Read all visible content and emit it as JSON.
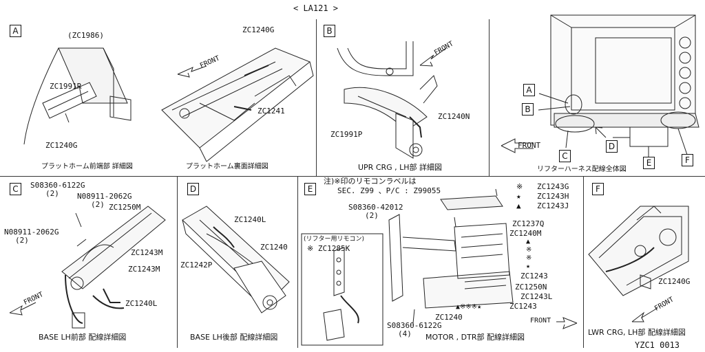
{
  "header": {
    "title": "< LA121 >"
  },
  "footer": {
    "code": "YZC1  0013"
  },
  "panels": {
    "A": {
      "letter": "A",
      "caption1": "プラットホーム前端部 詳細図",
      "caption2": "プラットホーム裏面詳細図",
      "front": "FRONT",
      "parts": [
        "(ZC1986)",
        "ZC1991R",
        "ZC1240G",
        "ZC1240G",
        "ZC1241"
      ]
    },
    "B": {
      "letter": "B",
      "caption": "UPR CRG , LH部 詳細図",
      "front": "FRONT",
      "parts": [
        "ZC1240N",
        "ZC1991P"
      ]
    },
    "overview": {
      "caption": "リフターハーネス配線全体図",
      "front": "FRONT",
      "callouts": [
        "A",
        "B",
        "C",
        "D",
        "E",
        "F"
      ]
    },
    "C": {
      "letter": "C",
      "caption": "BASE LH前部 配線詳細図",
      "front": "FRONT",
      "parts": [
        "S08360-6122G",
        "(2)",
        "N08911-2062G",
        "(2)",
        "ZC1250M",
        "N08911-2062G",
        "(2)",
        "ZC1243M",
        "ZC1243M",
        "ZC1240L"
      ]
    },
    "D": {
      "letter": "D",
      "caption": "BASE LH後部 配線詳細図",
      "parts": [
        "ZC1240L",
        "ZC1240",
        "ZC1242P"
      ]
    },
    "E": {
      "letter": "E",
      "caption": "MOTOR , DTR部 配線詳細図",
      "front": "FRONT",
      "note1": "注)※印のリモコンラベルは",
      "note2": "SEC. Z99 、P/C : Z99055",
      "remote_title": "(リフター用リモコン)",
      "remote_part": "※ ZC1285K",
      "legend": [
        {
          "sym": "※",
          "part": "ZC1243G"
        },
        {
          "sym": "★",
          "part": "ZC1243H"
        },
        {
          "sym": "▲",
          "part": "ZC1243J"
        }
      ],
      "parts": [
        "S08360-42012",
        "(2)",
        "ZC1237Q",
        "ZC1240M",
        "ZC1243",
        "ZC1250N",
        "ZC1243L",
        "ZC1243",
        "ZC1240",
        "S08360-6122G",
        "(4)"
      ],
      "marks": "▲※※※★",
      "mark_a": "▲",
      "mark_b": "※",
      "mark_c": "※",
      "mark_d": "★"
    },
    "F": {
      "letter": "F",
      "caption": "LWR CRG, LH部 配線詳細図",
      "front": "FRONT",
      "parts": [
        "ZC1240G"
      ]
    }
  }
}
